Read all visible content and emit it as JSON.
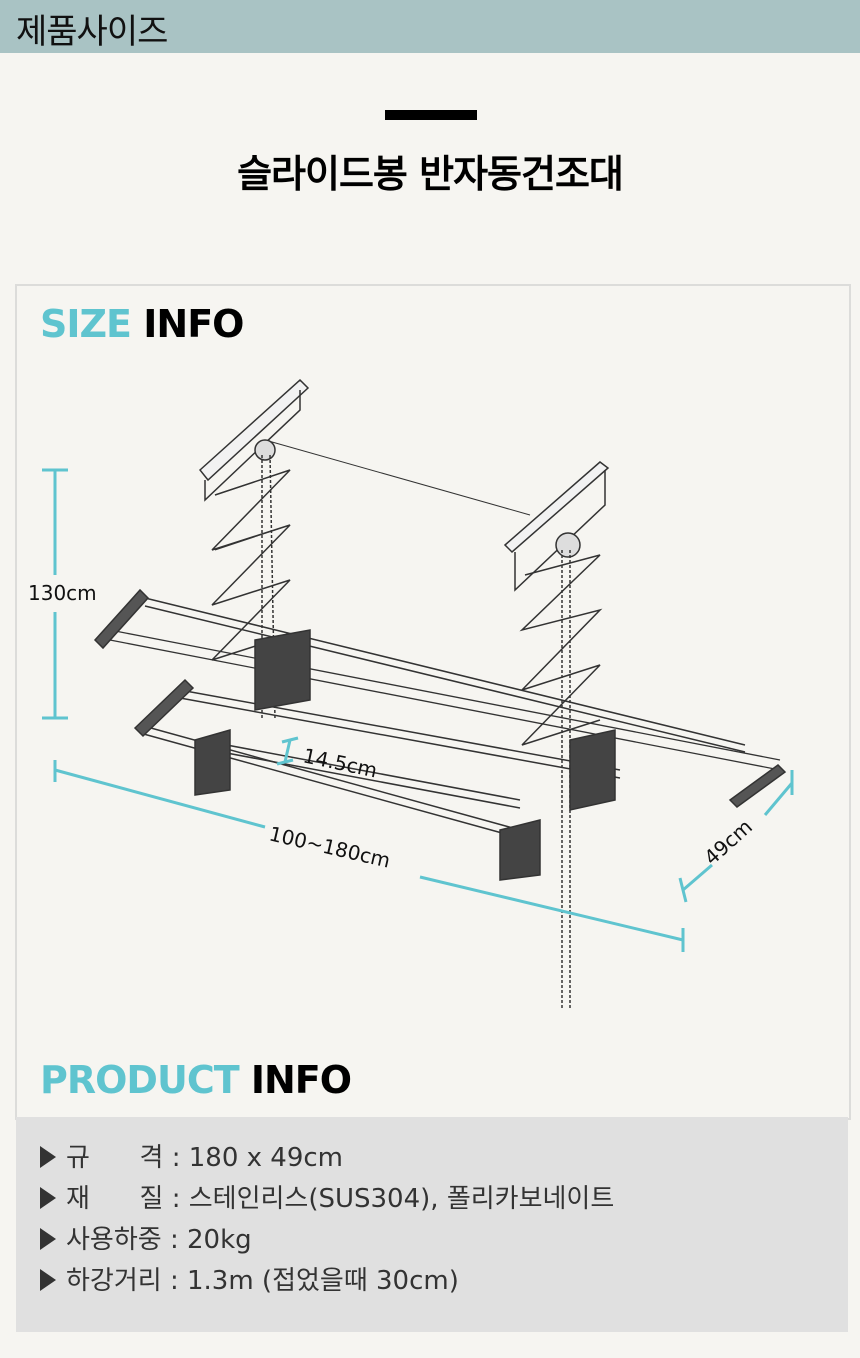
{
  "header": {
    "title": "제품사이즈"
  },
  "product": {
    "name": "슬라이드봉 반자동건조대"
  },
  "size_info": {
    "heading_highlight": "SIZE",
    "heading_rest": "INFO",
    "dimensions": {
      "height": "130cm",
      "rod_gap": "14.5cm",
      "width": "100~180cm",
      "depth": "49cm"
    }
  },
  "product_info": {
    "heading_highlight": "PRODUCT",
    "heading_rest": "INFO",
    "specs": [
      {
        "label": "규      격",
        "value": "180 x 49cm"
      },
      {
        "label": "재      질",
        "value": "스테인리스(SUS304), 폴리카보네이트"
      },
      {
        "label": "사용하중",
        "value": "20kg"
      },
      {
        "label": "하강거리",
        "value": "1.3m (접었을때 30cm)"
      }
    ]
  },
  "colors": {
    "header_bg": "#a9c3c4",
    "accent": "#5fc4cf",
    "spec_bg": "#e0e0e0",
    "page_bg": "#f6f5f1"
  }
}
